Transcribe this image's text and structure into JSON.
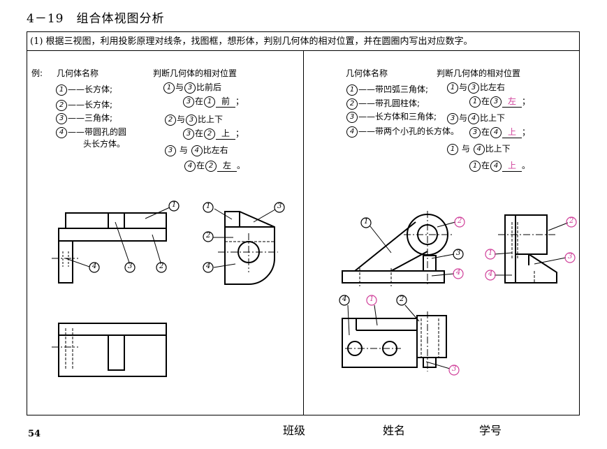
{
  "header": {
    "number": "4－19",
    "title": "组合体视图分析"
  },
  "instruction": "(1) 根据三视图，利用投影原理对线条，找图框，想形体，判别几何体的相对位置，并在圆圈内写出对应数字。",
  "left": {
    "example_label": "例:",
    "col1_head": "几何体名称",
    "col2_head": "判断几何体的相对位置",
    "names": [
      {
        "n": "1",
        "text": "长方体;"
      },
      {
        "n": "2",
        "text": "长方体;"
      },
      {
        "n": "3",
        "text": "三角体;"
      },
      {
        "n": "4",
        "text": "带圆孔的圆"
      }
    ],
    "name4_cont": "头长方体。",
    "rel1": {
      "a": "1",
      "b": "3",
      "text": "比前后",
      "c": "3",
      "in": "在",
      "d": "1",
      "ans": "前"
    },
    "rel2": {
      "a": "2",
      "b": "3",
      "text": "比上下",
      "c": "3",
      "in": "在",
      "d": "2",
      "ans": "上"
    },
    "rel3": {
      "a": "3",
      "b": "4",
      "text": "比左右",
      "c": "4",
      "in": "在",
      "d": "2",
      "ans": "左"
    },
    "connector_yu": "与",
    "semicolon": "；",
    "period": "。"
  },
  "right": {
    "col1_head": "几何体名称",
    "col2_head": "判断几何体的相对位置",
    "names": [
      {
        "n": "1",
        "text": "带凹弧三角体;"
      },
      {
        "n": "2",
        "text": "带孔圆柱体;"
      },
      {
        "n": "3",
        "text": "长方体和三角体;"
      },
      {
        "n": "4",
        "text": "带两个小孔的长方体。"
      }
    ],
    "rel1": {
      "a": "1",
      "b": "3",
      "text": "比左右",
      "c": "1",
      "in": "在",
      "d": "3",
      "ans": "左"
    },
    "rel2": {
      "a": "3",
      "b": "4",
      "text": "比上下",
      "c": "3",
      "in": "在",
      "d": "4",
      "ans": "上"
    },
    "rel3": {
      "a": "1",
      "b": "4",
      "text": "比上下",
      "c": "1",
      "in": "在",
      "d": "4",
      "ans": "上"
    }
  },
  "footer": {
    "page": "54",
    "class_label": "班级",
    "name_label": "姓名",
    "id_label": "学号"
  },
  "colors": {
    "answer": "#d0409a",
    "ink": "#000000"
  }
}
